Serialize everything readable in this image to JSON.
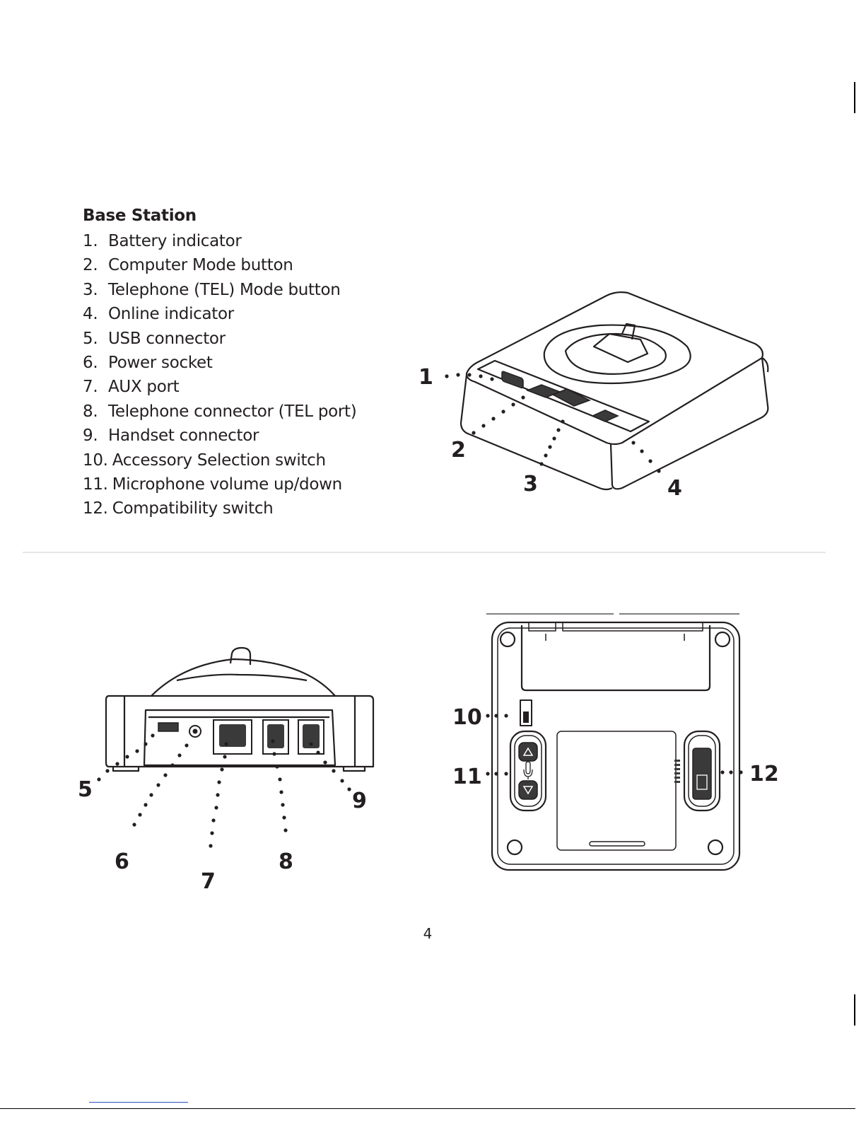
{
  "section": {
    "title": "Base Station",
    "items": [
      {
        "num": "1.",
        "label": "Battery indicator"
      },
      {
        "num": "2.",
        "label": "Computer Mode button"
      },
      {
        "num": "3.",
        "label": "Telephone (TEL) Mode button"
      },
      {
        "num": "4.",
        "label": "Online indicator"
      },
      {
        "num": "5.",
        "label": "USB connector"
      },
      {
        "num": "6.",
        "label": "Power socket"
      },
      {
        "num": "7.",
        "label": "AUX port"
      },
      {
        "num": "8.",
        "label": "Telephone connector (TEL port)"
      },
      {
        "num": "9.",
        "label": "Handset connector"
      },
      {
        "num": "10.",
        "label": "Accessory Selection switch"
      },
      {
        "num": "11.",
        "label": "Microphone volume up/down"
      },
      {
        "num": "12.",
        "label": "Compatibility switch"
      }
    ]
  },
  "callouts": {
    "top": [
      "1",
      "2",
      "3",
      "4"
    ],
    "rear": [
      "5",
      "6",
      "7",
      "8",
      "9"
    ],
    "bottom": [
      "10",
      "11",
      "12"
    ]
  },
  "page_number": "4"
}
